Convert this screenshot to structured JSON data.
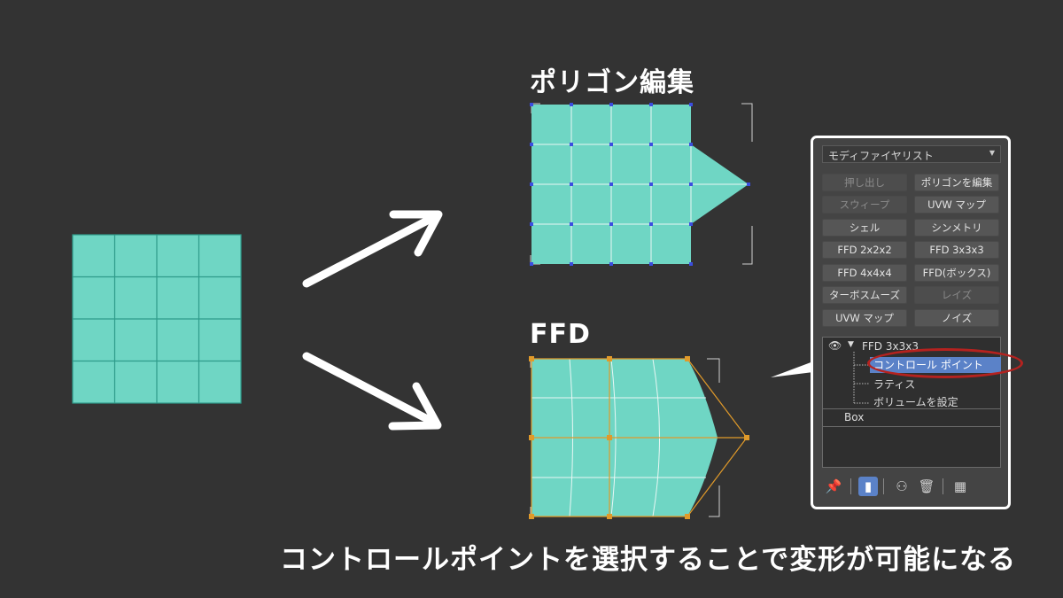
{
  "titles": {
    "polygon": "ポリゴン編集",
    "ffd": "FFD"
  },
  "caption": "コントロールポイントを選択することで変形が可能になる",
  "colors": {
    "background": "#333333",
    "mesh_fill": "#6fd6c4",
    "mesh_edge": "#2f9b8a",
    "vertex_blue": "#3b4de0",
    "ffd_lattice": "#e09a2a",
    "selection_blue": "#5b82c8",
    "highlight_ring": "#b5221f"
  },
  "modifier_panel": {
    "dropdown_label": "モディファイヤリスト",
    "buttons": [
      {
        "label": "押し出し",
        "disabled": true
      },
      {
        "label": "ポリゴンを編集",
        "disabled": false
      },
      {
        "label": "スウィープ",
        "disabled": true
      },
      {
        "label": "UVW マップ",
        "disabled": false
      },
      {
        "label": "シェル",
        "disabled": false
      },
      {
        "label": "シンメトリ",
        "disabled": false
      },
      {
        "label": "FFD 2x2x2",
        "disabled": false
      },
      {
        "label": "FFD 3x3x3",
        "disabled": false
      },
      {
        "label": "FFD 4x4x4",
        "disabled": false
      },
      {
        "label": "FFD(ボックス)",
        "disabled": false
      },
      {
        "label": "ターボスムーズ",
        "disabled": false
      },
      {
        "label": "レイズ",
        "disabled": true
      },
      {
        "label": "UVW マップ",
        "disabled": false
      },
      {
        "label": "ノイズ",
        "disabled": false
      }
    ],
    "stack": {
      "modifier": "FFD 3x3x3",
      "sub_objects": [
        "コントロール ポイント",
        "ラティス",
        "ボリュームを設定"
      ],
      "selected": "コントロール ポイント",
      "base_object": "Box"
    },
    "toolbar_icons": [
      "pin-stack-icon",
      "show-end-result-icon",
      "make-unique-icon",
      "remove-modifier-icon",
      "configure-sets-icon"
    ]
  }
}
